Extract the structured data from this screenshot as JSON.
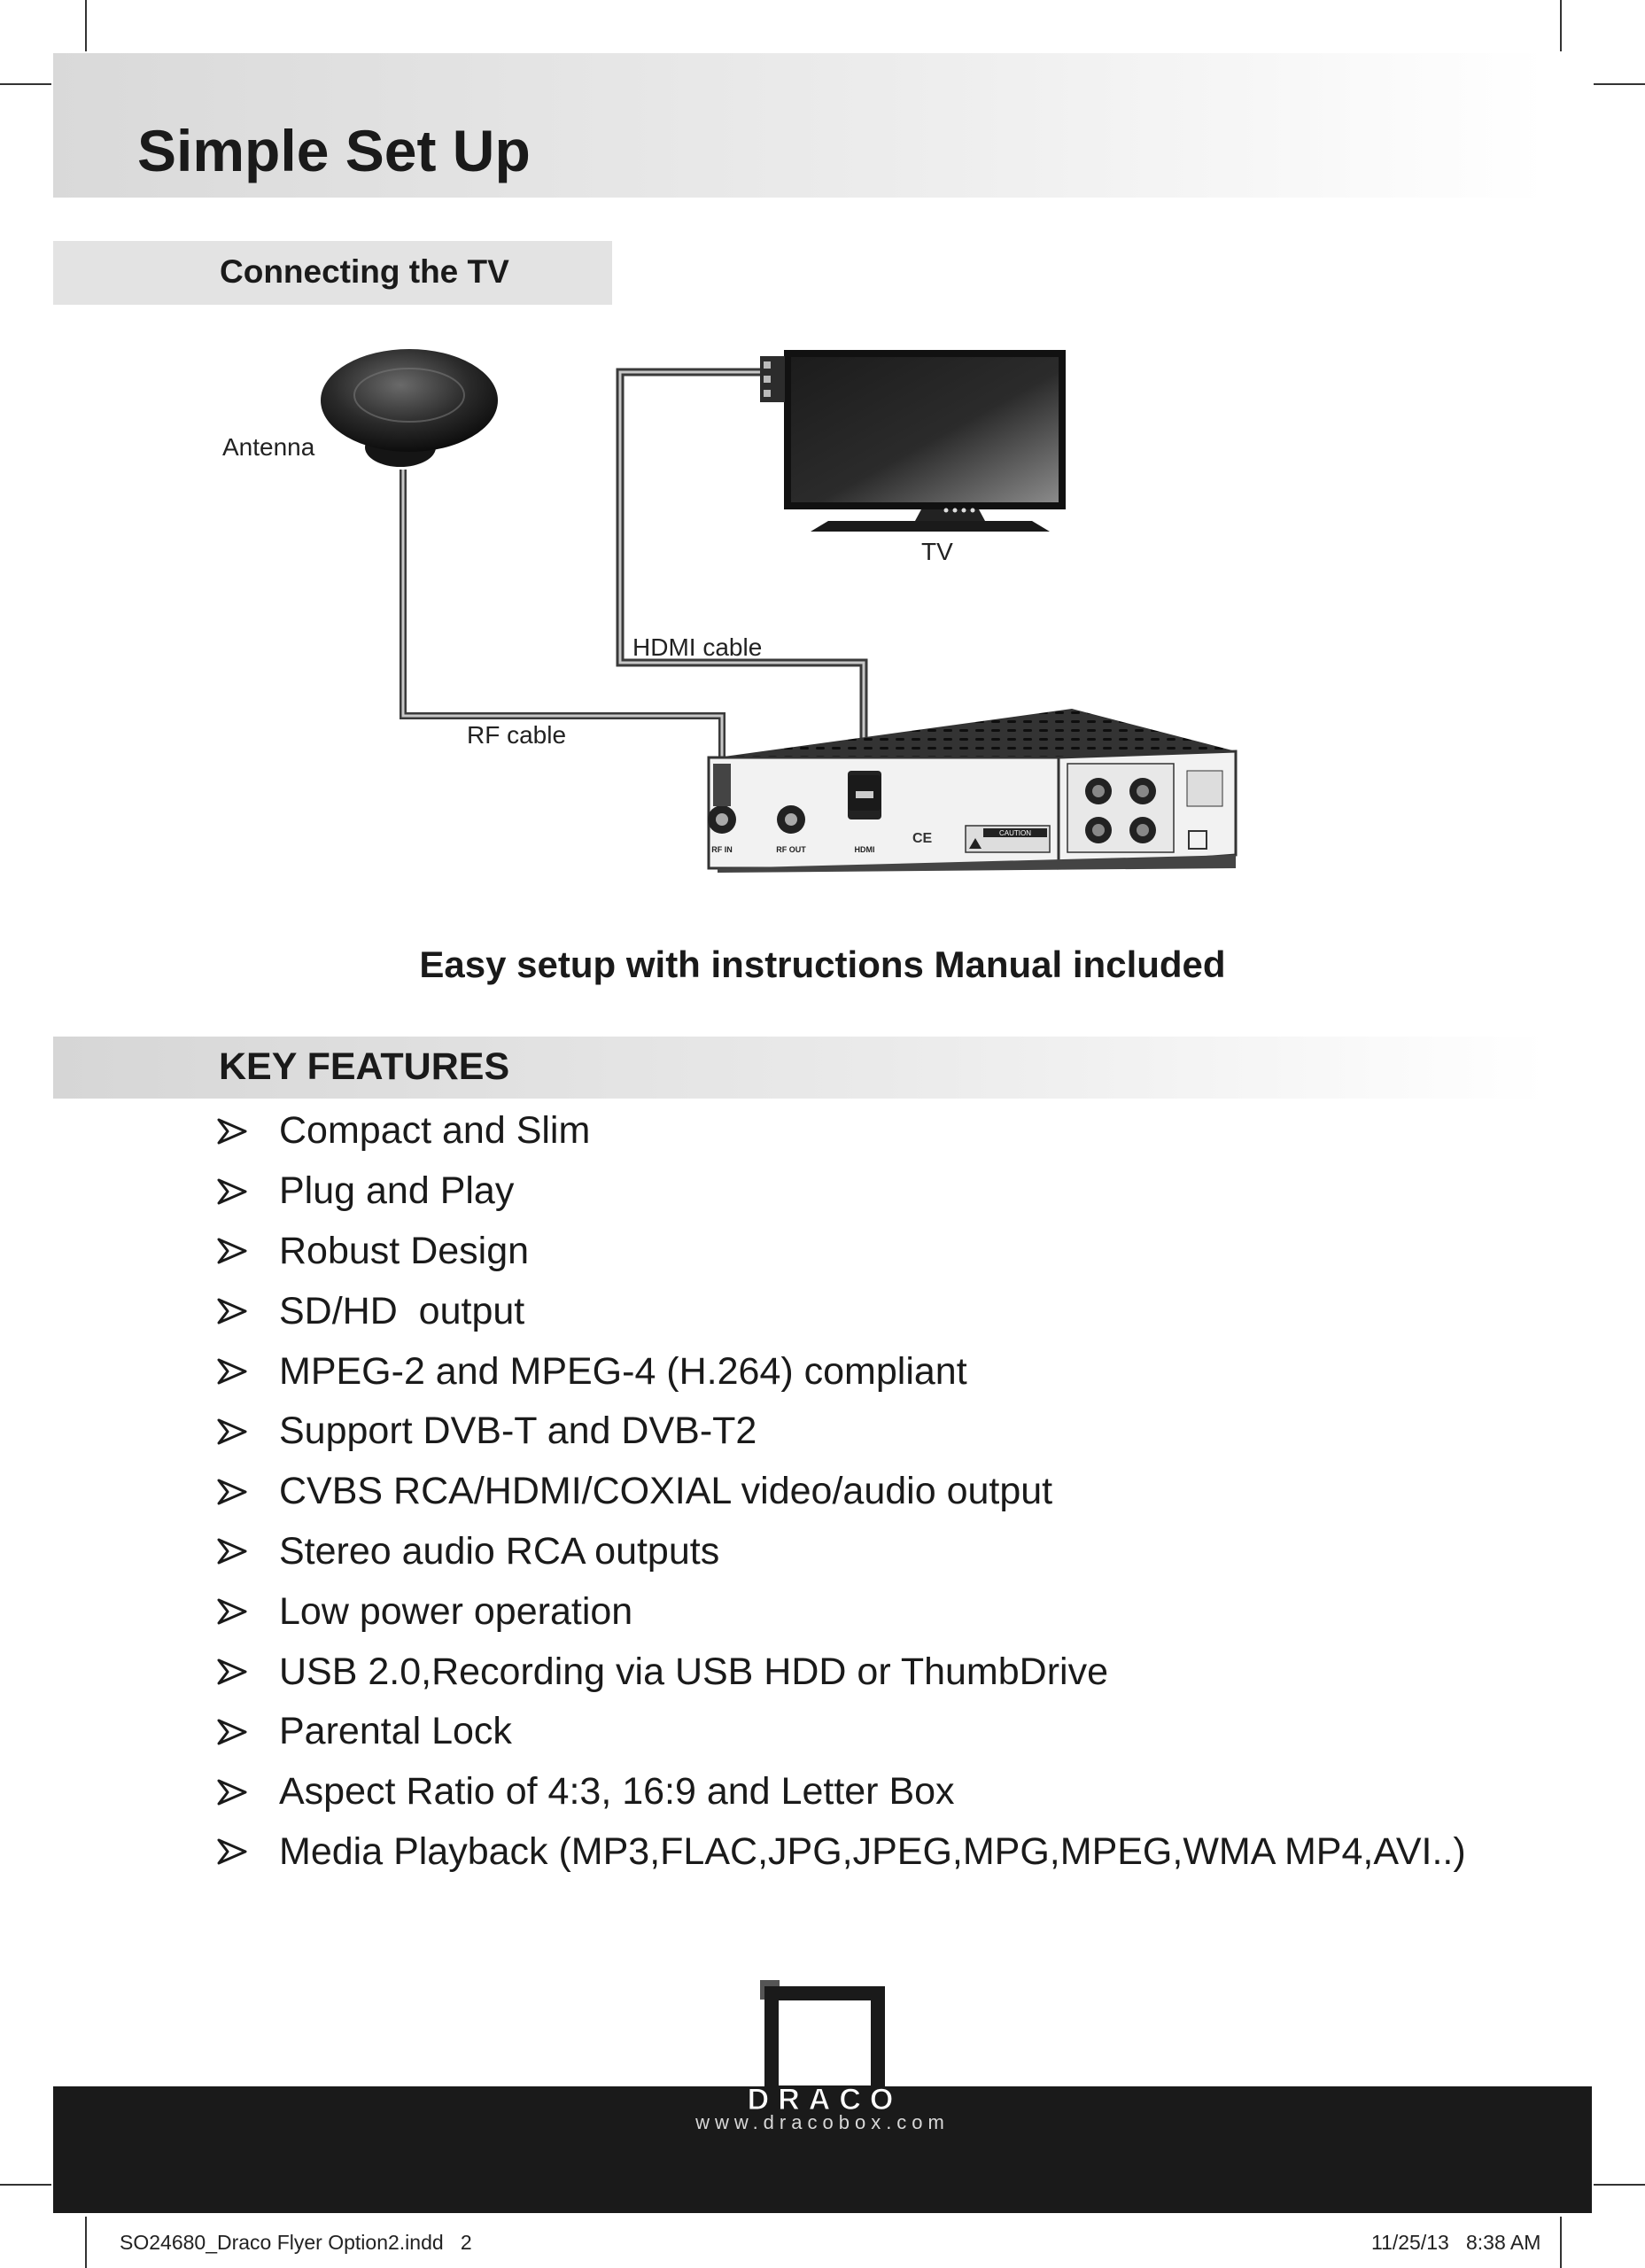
{
  "header": {
    "title": "Simple Set Up"
  },
  "section": {
    "title": "Connecting the TV"
  },
  "diagram": {
    "antenna_label": "Antenna",
    "tv_label": "TV",
    "hdmi_label": "HDMI cable",
    "rf_label": "RF cable",
    "ports": {
      "rf_in": "RF IN",
      "rf_out": "RF OUT",
      "hdmi": "HDMI",
      "caution": "CAUTION"
    }
  },
  "caption": "Easy setup with instructions Manual included",
  "key_features": {
    "title": "KEY FEATURES",
    "items": [
      "Compact and Slim",
      "Plug and Play",
      "Robust Design",
      "SD/HD  output",
      "MPEG-2 and MPEG-4 (H.264) compliant",
      "Support DVB-T and DVB-T2",
      "CVBS RCA/HDMI/COXIAL video/audio output",
      "Stereo audio RCA outputs",
      "Low power operation",
      "USB 2.0,Recording via USB HDD or ThumbDrive",
      "Parental Lock",
      "Aspect Ratio of 4:3, 16:9 and Letter Box",
      "Media Playback (MP3,FLAC,JPG,JPEG,MPG,MPEG,WMA MP4,AVI..)"
    ]
  },
  "brand": {
    "logo_text": "DRACO",
    "url": "www.dracobox.com"
  },
  "print_slug": {
    "file": "SO24680_Draco Flyer Option2.indd   2",
    "date_time": "11/25/13   8:38 AM"
  }
}
